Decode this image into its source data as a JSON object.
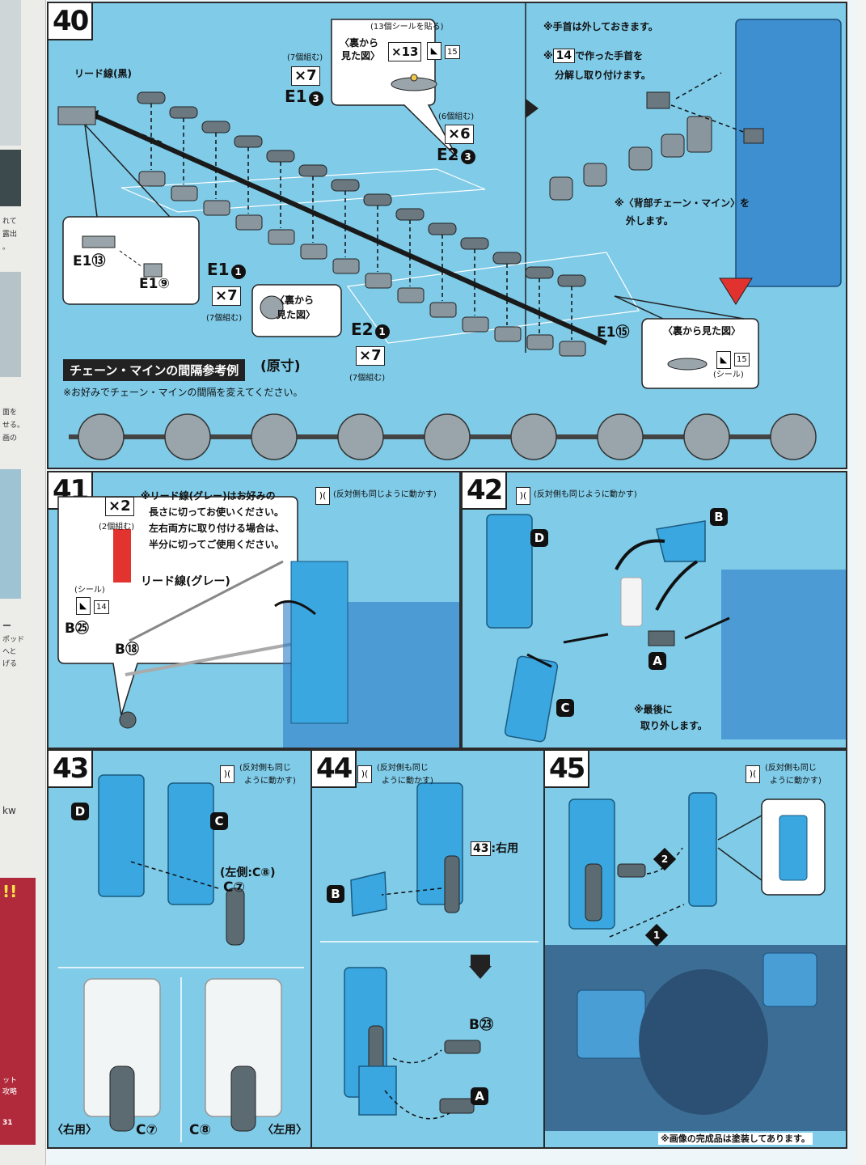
{
  "left_strip": {
    "fragments": [
      "れて",
      "露出",
      "。",
      "面を",
      "せる。",
      "画の",
      "ー",
      "ポッド",
      "へと",
      "げる",
      "kw",
      "!!",
      "ット",
      "攻略",
      "31"
    ]
  },
  "step40": {
    "number": "40",
    "lead_wire_label": "リード線(黒)",
    "e1_3": {
      "part": "E1",
      "num": "3",
      "mult": "×7",
      "group": "(7個組む)"
    },
    "e2_3": {
      "part": "E2",
      "num": "3",
      "mult": "×6",
      "group": "(6個組む)"
    },
    "e1_1": {
      "part": "E1",
      "num": "1",
      "mult": "×7",
      "group": "(7個組む)"
    },
    "e2_1": {
      "part": "E2",
      "num": "1",
      "mult": "×7",
      "group": "(7個組む)"
    },
    "e1_13": "E1⑬",
    "e1_9": "E1⑨",
    "e1_15": "E1⑮",
    "back_view": "〈裏から見た図〉",
    "back_view_a": "〈裏から",
    "back_view_b": "見た図〉",
    "sticker_note": "(13個シールを貼る)",
    "sticker_mult": "×13",
    "sticker_num": "15",
    "sticker_label": "(シール)",
    "chain_title": "チェーン・マインの間隔参考例",
    "actual_size": "(原寸)",
    "chain_note": "※お好みでチェーン・マインの間隔を変えてください。",
    "right_note1": "※手首は外しておきます。",
    "right_note2_prefix": "※",
    "right_note2_step": "14",
    "right_note2a": "で作った手首を",
    "right_note2b": "分解し取り付けます。",
    "right_note3a": "※〈背部チェーン・マイン〉を",
    "right_note3b": "外します。"
  },
  "step41": {
    "number": "41",
    "mult": "×2",
    "group": "(2個組む)",
    "note_lines": [
      "※リード線(グレー)はお好みの",
      "長さに切ってお使いください。",
      "左右両方に取り付ける場合は、",
      "半分に切ってご使用ください。"
    ],
    "mirror_note": "(反対側も同じように動かす)",
    "sticker_label": "(シール)",
    "sticker_num": "14",
    "lead_wire_label": "リード線(グレー)",
    "b25": "B㉕",
    "b18": "B⑱"
  },
  "step42": {
    "number": "42",
    "mirror_note": "(反対側も同じように動かす)",
    "labels": [
      "D",
      "B",
      "A",
      "C"
    ],
    "last_note_a": "※最後に",
    "last_note_b": "取り外します。"
  },
  "step43": {
    "number": "43",
    "mirror_a": "(反対側も同じ",
    "mirror_b": "ように動かす)",
    "labels": [
      "D",
      "C"
    ],
    "left_side": "(左側:C⑧)",
    "c7": "C⑦",
    "right_use": "〈右用〉",
    "left_use": "〈左用〉",
    "c7b": "C⑦",
    "c8b": "C⑧"
  },
  "step44": {
    "number": "44",
    "mirror_a": "(反対側も同じ",
    "mirror_b": "ように動かす)",
    "ref_step": "43",
    "ref_text": ":右用",
    "labels": [
      "B",
      "A"
    ],
    "b23": "B㉓"
  },
  "step45": {
    "number": "45",
    "mirror_a": "(反対側も同じ",
    "mirror_b": "ように動かす)",
    "order": [
      "1",
      "2"
    ],
    "photo_note": "※画像の完成品は塗装してあります。"
  }
}
